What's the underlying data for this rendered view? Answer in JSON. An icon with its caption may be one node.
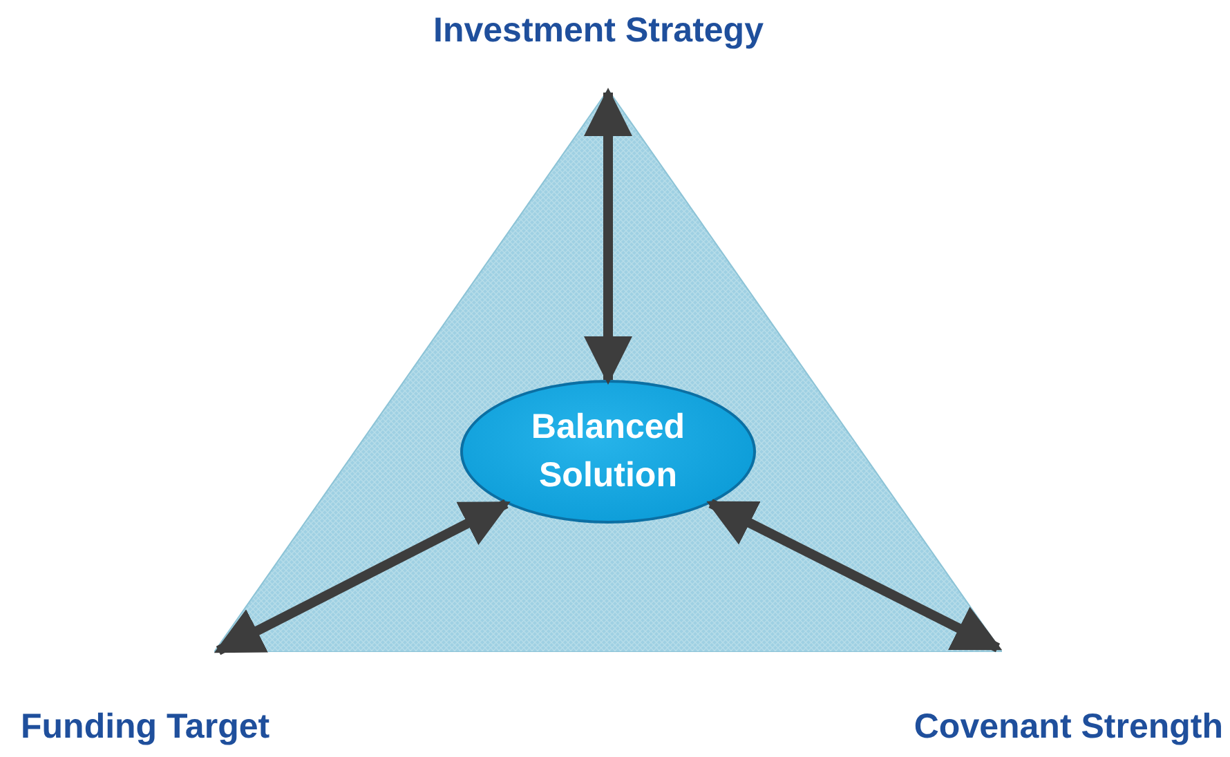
{
  "diagram": {
    "nodes": [
      {
        "text": [],
        "shape": "triangle"
      },
      {
        "text": [
          "Balanced Solution"
        ],
        "in": 0
      }
    ],
    "edges": [
      {
        "from": 1,
        "to": null,
        "arrow": "both"
      },
      {
        "from": 1,
        "to": null,
        "arrow": "both"
      },
      {
        "from": 1,
        "to": null,
        "arrow": "both"
      }
    ],
    "labels": [
      "Investment Strategy",
      "Funding Target",
      "Covenant Strength"
    ]
  }
}
